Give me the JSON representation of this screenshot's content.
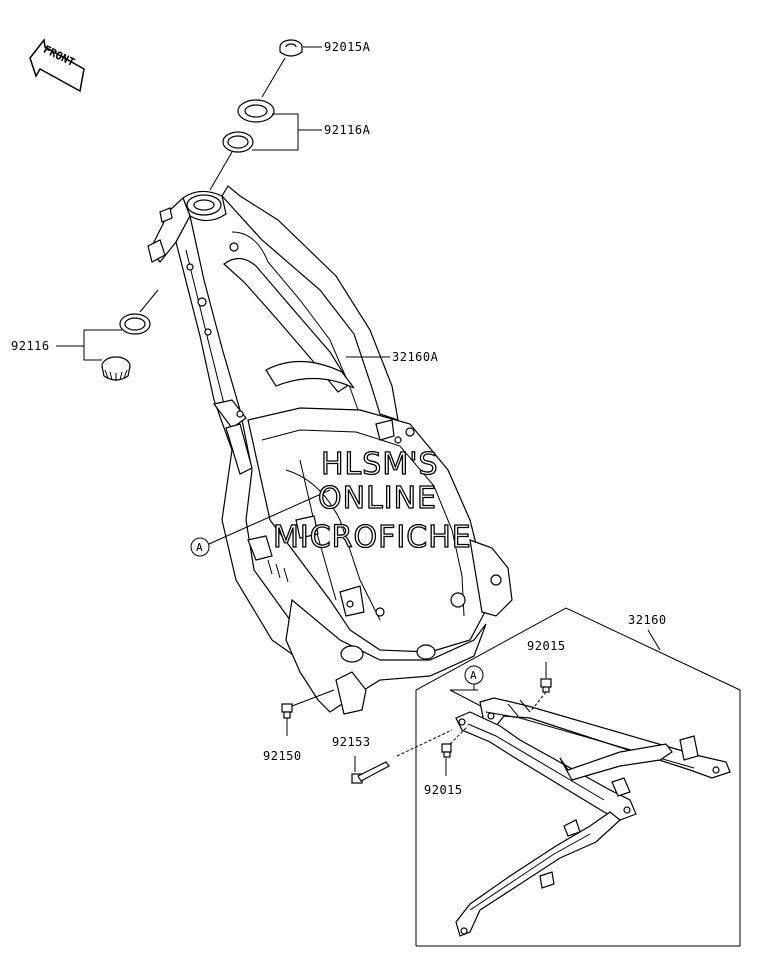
{
  "front_indicator": {
    "text": "FRONT"
  },
  "callouts": [
    {
      "id": "92015A",
      "label": "92015A"
    },
    {
      "id": "92116A",
      "label": "92116A"
    },
    {
      "id": "92116",
      "label": "92116"
    },
    {
      "id": "32160A",
      "label": "32160A"
    },
    {
      "id": "32160",
      "label": "32160"
    },
    {
      "id": "92015-top",
      "label": "92015"
    },
    {
      "id": "92015-bottom",
      "label": "92015"
    },
    {
      "id": "92153",
      "label": "92153"
    },
    {
      "id": "92150",
      "label": "92150"
    }
  ],
  "reference_markers": [
    {
      "id": "A-main",
      "letter": "A"
    },
    {
      "id": "A-sub",
      "letter": "A"
    }
  ],
  "watermark": {
    "line1": "HLSM'S",
    "line2": "ONLINE",
    "line3": "MICROFICHE"
  }
}
